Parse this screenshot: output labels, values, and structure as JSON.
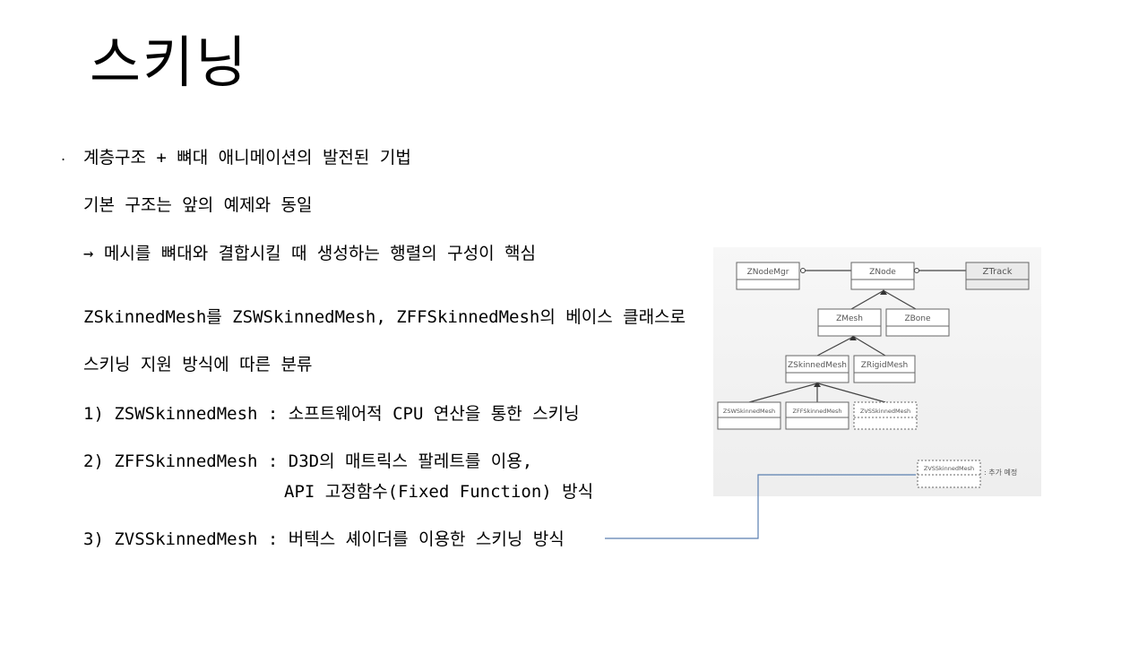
{
  "title": "스키닝",
  "content": {
    "bullet": ".",
    "lines": [
      "계층구조 + 뼈대 애니메이션의 발전된 기법",
      "기본 구조는 앞의 예제와 동일",
      "→ 메시를 뼈대와 결합시킬 때 생성하는 행렬의 구성이 핵심",
      "ZSkinnedMesh를 ZSWSkinnedMesh, ZFFSkinnedMesh의 베이스 클래스로",
      "스키닝 지원 방식에 따른 분류",
      "1) ZSWSkinnedMesh : 소프트웨어적 CPU 연산을 통한 스키닝",
      "2) ZFFSkinnedMesh : D3D의 매트릭스 팔레트를 이용,",
      "API 고정함수(Fixed Function) 방식",
      "3) ZVSSkinnedMesh : 버텍스 셰이더를 이용한 스키닝 방식"
    ]
  },
  "diagram": {
    "boxes": {
      "nodemgr": "ZNodeMgr",
      "node": "ZNode",
      "track": "ZTrack",
      "mesh": "ZMesh",
      "bone": "ZBone",
      "skinned": "ZSkinnedMesh",
      "rigid": "ZRigidMesh",
      "sw": "ZSWSkinnedMesh",
      "ff": "ZFFSkinnedMesh",
      "vs": "ZVSSkinnedMesh",
      "vs_planned": "ZVSSkinnedMesh"
    },
    "planned_note": ": 추가 예정"
  },
  "colors": {
    "arrow": "#5b7fb0",
    "box_border": "#666666"
  }
}
